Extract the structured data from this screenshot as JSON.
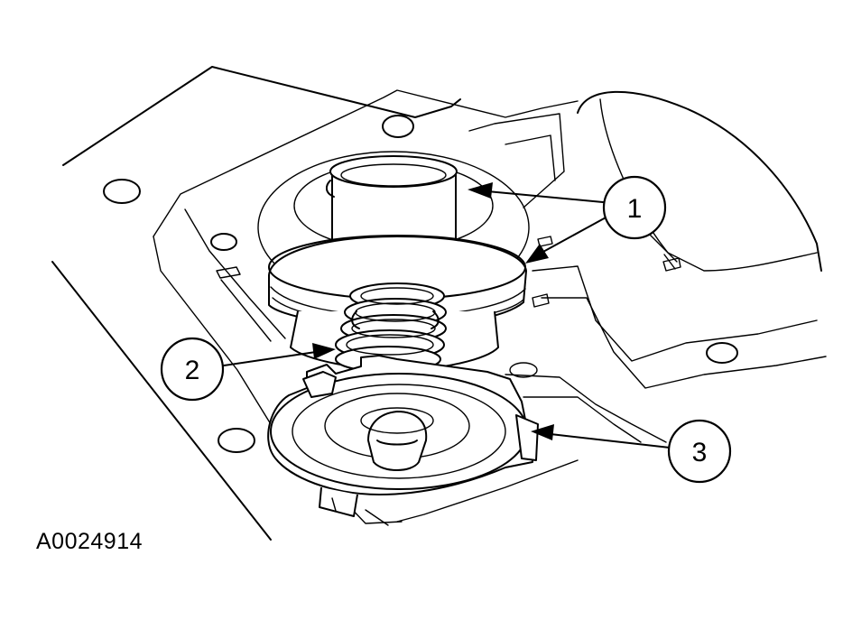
{
  "figure_id": "A0024914",
  "callouts": [
    {
      "number": "1"
    },
    {
      "number": "2"
    },
    {
      "number": "3"
    }
  ]
}
